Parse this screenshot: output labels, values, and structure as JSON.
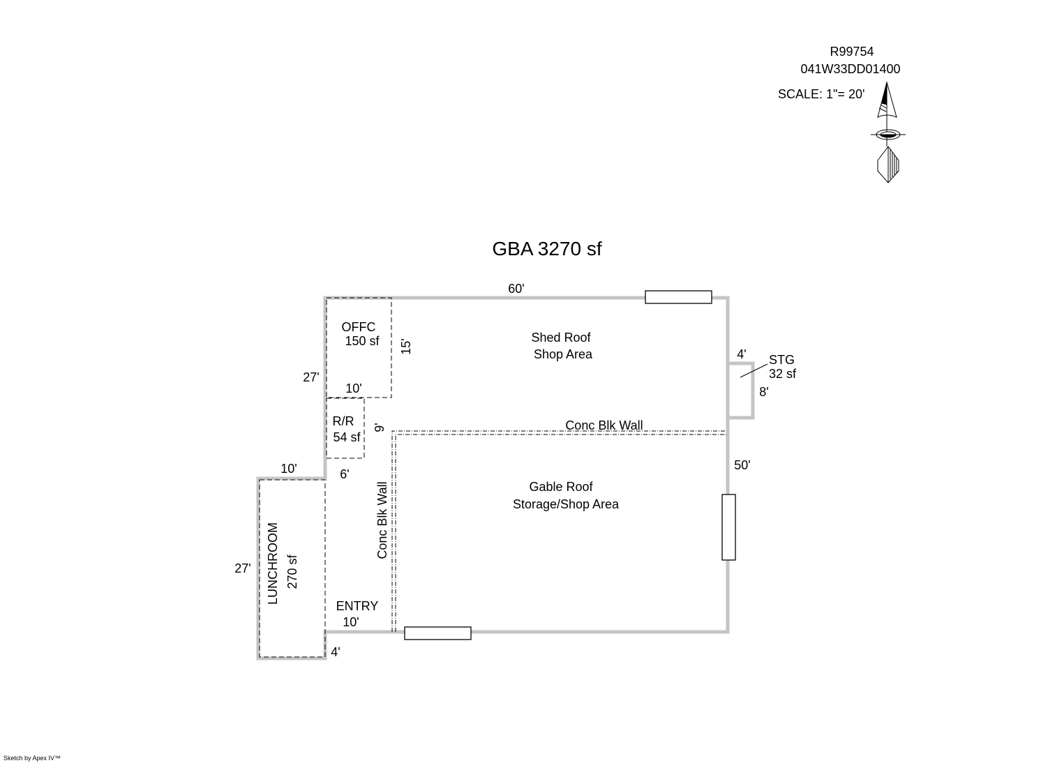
{
  "header": {
    "parcel_id": "R99754",
    "map_number": "041W33DD01400",
    "scale": "SCALE: 1\"= 20'"
  },
  "title": "GBA 3270 sf",
  "areas": {
    "shop": {
      "line1": "Shed Roof",
      "line2": "Shop Area"
    },
    "storage": {
      "line1": "Gable Roof",
      "line2": "Storage/Shop Area"
    },
    "office": {
      "name": "OFFC",
      "area": "150 sf"
    },
    "restroom": {
      "name": "R/R",
      "area": "54 sf"
    },
    "lunchroom": {
      "name": "LUNCHROOM",
      "area": "270 sf"
    },
    "storage_closet": {
      "name": "STG",
      "area": "32 sf"
    },
    "entry": {
      "name": "ENTRY"
    }
  },
  "walls": {
    "conc_blk_horizontal": "Conc Blk Wall",
    "conc_blk_vertical": "Conc Blk Wall"
  },
  "dimensions": {
    "top": "60'",
    "right": "50'",
    "left_upper": "27'",
    "office_width": "10'",
    "office_depth": "15'",
    "rr_depth": "9'",
    "rr_width": "6'",
    "lunch_top": "10'",
    "lunch_left": "27'",
    "entry_width": "10'",
    "lunch_bottom_jog": "4'",
    "stg_width": "4'",
    "stg_depth": "8'"
  },
  "footer": {
    "credit": "Sketch by Apex IV™"
  }
}
